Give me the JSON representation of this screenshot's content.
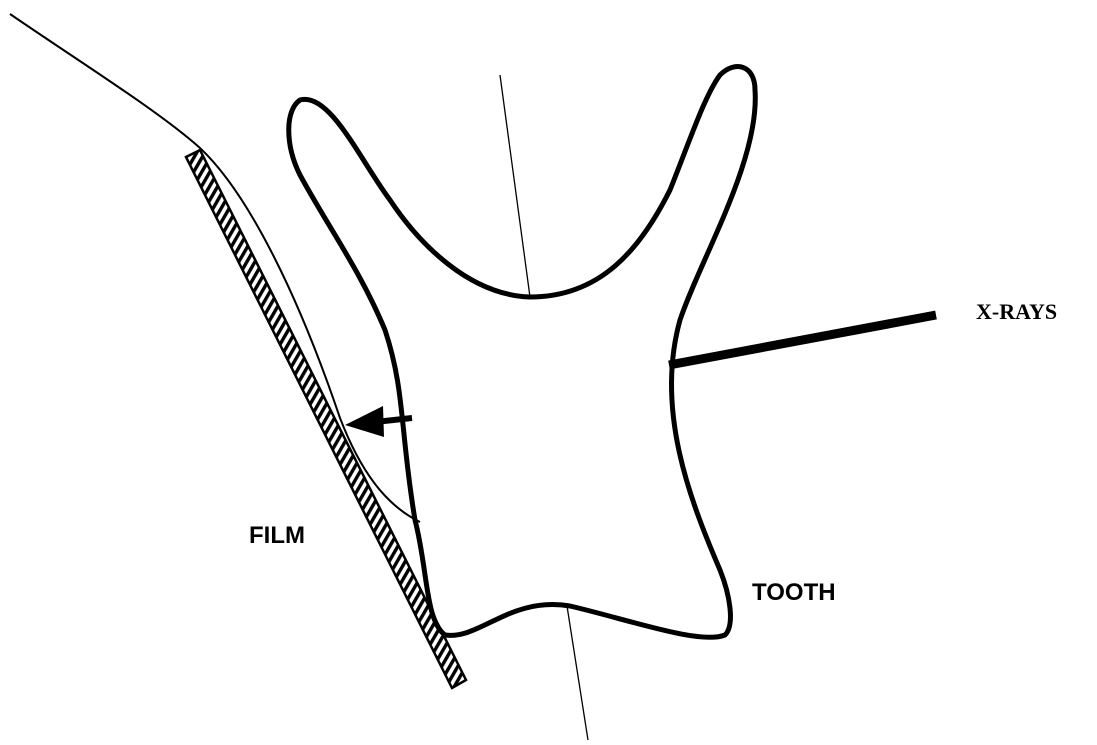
{
  "labels": {
    "xrays": "X-RAYS",
    "film": "FILM",
    "tooth": "TOOTH"
  },
  "colors": {
    "ink": "#000000",
    "paper": "#ffffff"
  }
}
